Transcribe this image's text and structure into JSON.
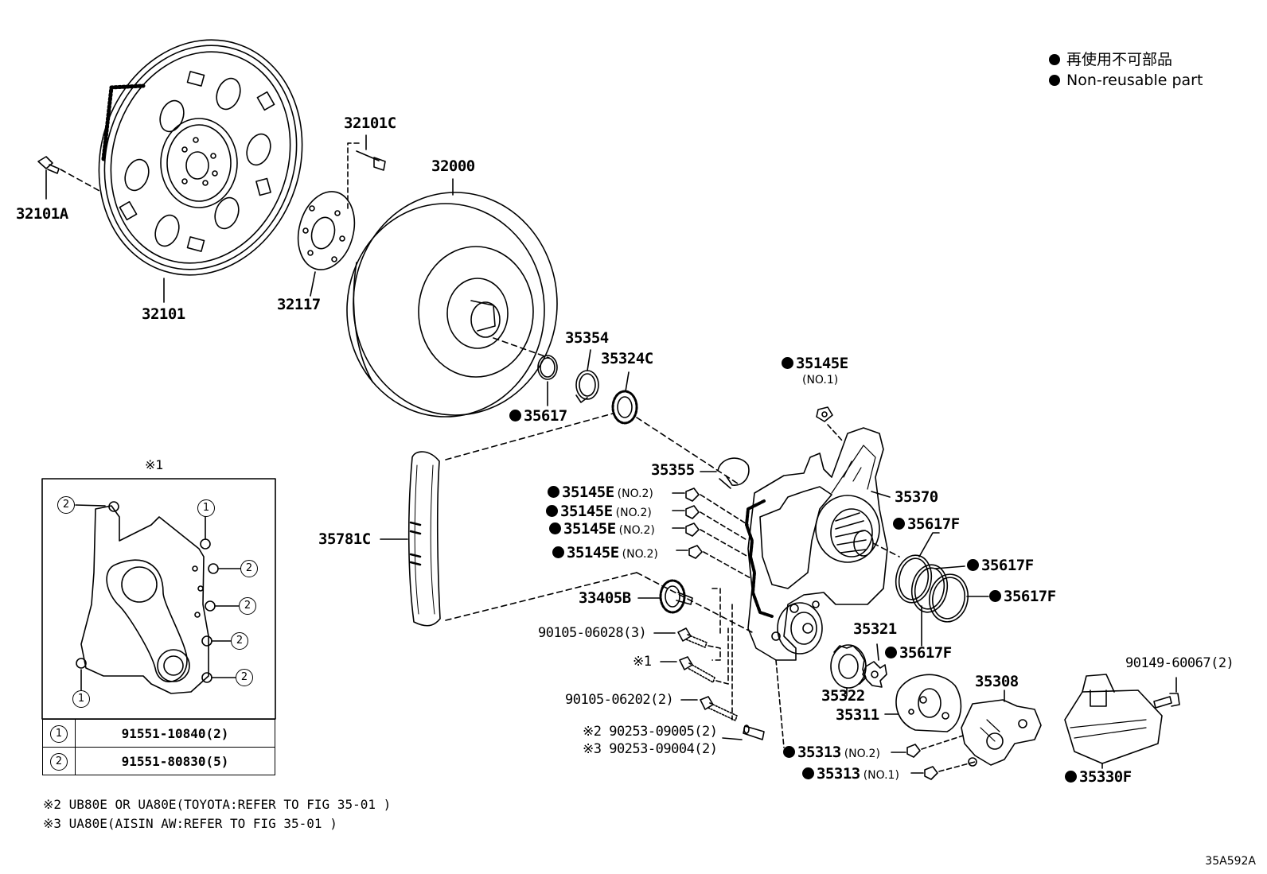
{
  "legend": {
    "jp": "再使用不可部品",
    "en": "Non-reusable part"
  },
  "parts": {
    "p32101A": "32101A",
    "p32101": "32101",
    "p32101C": "32101C",
    "p32117": "32117",
    "p32000": "32000",
    "p35354": "35354",
    "p35324C": "35324C",
    "p35617": "35617",
    "p35145E_top": "35145E",
    "p35145E_top_sub": "(NO.1)",
    "p35355": "35355",
    "p35145E_a": "35145E",
    "p35145E_b": "35145E",
    "p35145E_c": "35145E",
    "p35145E_d": "35145E",
    "no2": "(NO.2)",
    "p35370": "35370",
    "p35617F_a": "35617F",
    "p35617F_b": "35617F",
    "p35617F_c": "35617F",
    "p35617F_d": "35617F",
    "p35781C": "35781C",
    "p33405B": "33405B",
    "p35321": "35321",
    "p35322": "35322",
    "p35311": "35311",
    "p35308": "35308",
    "p90149": "90149-60067(2)",
    "p90105_a": "90105-06028(3)",
    "ref1": "※1",
    "p90105_b": "90105-06202(2)",
    "p90253_a": "※2 90253-09005(2)",
    "p90253_b": "※3 90253-09004(2)",
    "p35313_a": "35313",
    "p35313_a_sub": "(NO.2)",
    "p35313_b": "35313",
    "p35313_b_sub": "(NO.1)",
    "p35330F": "35330F"
  },
  "inset": {
    "title": "※1",
    "rows": [
      {
        "key": "1",
        "value": "91551-10840(2)"
      },
      {
        "key": "2",
        "value": "91551-80830(5)"
      }
    ],
    "callout1": "1",
    "callout2": "2"
  },
  "notes": {
    "n2": "※2 UB80E OR UA80E(TOYOTA:REFER TO FIG 35-01 )",
    "n3": "※3 UA80E(AISIN AW:REFER TO FIG 35-01 )"
  },
  "figure_ref": "35A592A"
}
